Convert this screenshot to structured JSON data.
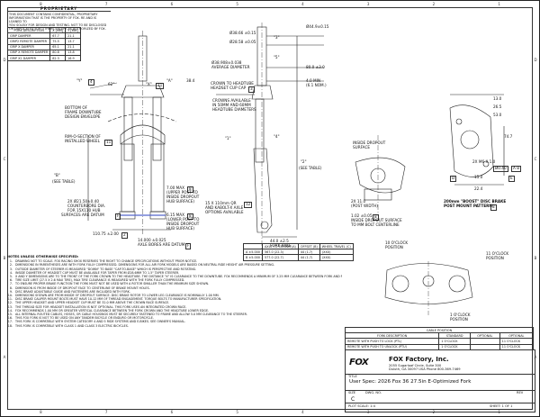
{
  "proprietary": {
    "title": "PROPRIETARY",
    "text": [
      "THIS DOCUMENT CONTAINS CONFIDENTIAL, PROPRIETARY",
      "INFORMATION THAT IS THE PROPERTY OF FOX. RE AND IS LOANED TO",
      "YOU SOLELY FOR DESIGN AND TESTING. NOT TO BE DISCLOSED",
      "OR DUPLICATED FOR OTHERS EXCEPT AS AUTHORIZED BY FOX."
    ]
  },
  "fork_description_table": {
    "headers": [
      "FORK DESCRIPTION",
      "X [MM]",
      "Y [MM]"
    ],
    "rows": [
      [
        "GRIP DAMPER",
        "67.7",
        "21.1"
      ],
      [
        "GRIP2 REMOTE DAMPER",
        "75.5",
        "13.7"
      ],
      [
        "GRIP X DAMPER",
        "65.1",
        "21.1"
      ],
      [
        "GRIP X REMOTE DAMPER",
        "80.8",
        "13.8"
      ],
      [
        "GRIP X2 DAMPER",
        "82.3",
        "16.9"
      ]
    ]
  },
  "dimensions": {
    "d1": "Ø44.9±0.15",
    "d2": "Ø38.66 ±0.15",
    "d3": "Ø28.58 ±0.05",
    "d4": "Ø38.908±0.038",
    "d4b": "AVERAGE DIAMETER",
    "d5": "80.0 ±3.0",
    "d6": "4.0 MIN",
    "d6b": "(6.1 NOM.)",
    "crown_text": [
      "CROWN TO HEADTUBE",
      "HEADSET CUP CAP"
    ],
    "crown_ref": "3",
    "crown_avail": [
      "CROWNS AVAILABLE",
      "IN 50MM AND 60MM",
      "HEADTUBE DIAMETERS"
    ],
    "y_label": "\"Y\"",
    "y_ref": "4",
    "x_label": "\"X\"",
    "x_ref": "11",
    "angle": "62°",
    "a_left": "\"A\"",
    "dim_38_4": "38.4",
    "bottom_crown": [
      "BOTTOM OF",
      "FRAME DOWNTUBE",
      "DESIGN ENVELOPE"
    ],
    "rim_text": [
      "RIM-O-SECTION OF",
      "INSTALLED WHEEL"
    ],
    "rim_ref": "11",
    "b_label": "\"B\"",
    "see_table": "(SEE TABLE)",
    "clearance": [
      "2X Ø21.50±0.40",
      "COUNTERBORE DIA.",
      "FOR 15X110 HUB",
      "SURFACES ARE DATUM"
    ],
    "datum_f": "F",
    "axle_dim": "110.75 ±2.00",
    "axle_ref": "2",
    "upper_post": [
      "7.00 MAX",
      "(UPPER POST TO",
      "INSIDE DROPOUT",
      "HUB SURFACE)"
    ],
    "upper_ref": "8",
    "lower_post": [
      "6.15 MAX",
      "(LOWER POST TO",
      "INSIDE DROPOUT",
      "HUB SURFACE)"
    ],
    "lower_ref": "8",
    "axle_spacing": [
      "14.000 ±0.025",
      "AXLE BORES ARE DATUM"
    ],
    "datum_f2": "F",
    "axle_note": [
      "15 X 110mm QR",
      "AND KABOLT-X AXLE",
      "OPTIONS AVAILABLE"
    ],
    "axle_note_ref": "12",
    "dim_1": "\"1\"",
    "dim_3": "\"3\"",
    "dim_5": "\"5\"",
    "dim_4": "\"4\"",
    "dim_2": "\"2\"",
    "see_table2": "(SEE TABLE)",
    "rake": "44.0 ±2.5",
    "rake_label": "FORK RAKE",
    "inside_dropout": [
      "INSIDE DROPOUT",
      "SURFACE"
    ],
    "post_width": [
      "2X 11.0",
      "(POST WIDTH)"
    ],
    "post_dim": "1.02 ±0.05",
    "post_dim_ref": "8",
    "post_note": [
      "INSIDE DROPOUT SURFACE",
      "TO MM BOLT CENTERLINE"
    ],
    "boost_text": "200mm \"BOOST\" DISC BRAKE",
    "boost_text2": "POST MOUNT PATTERN",
    "boost_ref": "8",
    "r13": "13.0",
    "r26_5": "26.5",
    "r53": "53.0",
    "r74": "74.7",
    "r10": "2X M6 X 1.0",
    "r_tol": "Ø0.40",
    "r_datum": "A B",
    "r15": "15.0",
    "r22": "22.4",
    "r_e": "E",
    "r_d": "D"
  },
  "table_abc": {
    "headers": [
      "",
      "AXLE TO CROWN (A)",
      "OFFSET (B)",
      "WHEEL TRAVEL (C)"
    ],
    "rows": [
      [
        "A ±5.000",
        "567.0 (22.3)",
        "44 (1.7)",
        "(XXX)"
      ],
      [
        "B ±5.000",
        "577.0 (22.7)",
        "44 (1.7)",
        "(XXX)"
      ]
    ]
  },
  "cable_table": {
    "title": "CABLE POSITION",
    "headers": [
      "FORK DESCRIPTION",
      "STANDARD",
      "OPTIONAL",
      "OPTIONAL"
    ],
    "rows": [
      [
        "REMOTE WITH PUSH TO LOCK (PTL)",
        "1 O'CLOCK",
        "",
        "11 O'CLOCK"
      ],
      [
        "REMOTE WITH PUSH TO UNLOCK (PTU)",
        "1 O'CLOCK",
        "",
        "11 O'CLOCK"
      ]
    ]
  },
  "clock_labels": {
    "left": [
      "10 O'CLOCK",
      "POSITION"
    ],
    "right": [
      "11 O'CLOCK",
      "POSITION"
    ],
    "bottom": [
      "1 O'CLOCK",
      "POSITION"
    ]
  },
  "notes": {
    "title": "NOTES UNLESS OTHERWISE SPECIFIED:",
    "items": [
      "DRAWING NOT TO SCALE.  FOX RACING SHOX RESERVES THE RIGHT TO CHANGE SPECIFICATIONS WITHOUT PRIOR NOTICE.",
      "DIMENSIONS IN PARENTHESES ARE WITH FORK FULLY COMPRESSED. DIMENSIONS FOR ALL AIR FORK MODELS ARE BASED ON NEUTRAL RIDE HEIGHT AIR PRESSURE SETTING.",
      "OUTSIDE DIAMETER OF STEERER IS MEASURED \"DOWN\" TO BASE \"CAP-TO-BASE\" WHICH IS PERSPECTIVE AND ROTATING.",
      "INSIDE DIAMETER OF HEADSET CUP MUST BE AVAILABLE FOR TAPER FROM Ø28.6MM TO 1.5\" TAPER STEERER.",
      "X AND Y DIMENSIONS ARE TO THE FRONT OF THE FORK CROWN TO THE HEADTUBE. THE DISTANCE \"X\" IS CLEARANCE TO THE DOWNTUBE. FOX RECOMMENDS A MINIMUM OF 3.25 MM CLEARANCE BETWEEN FORK AND FRAME DOWNTUBE.",
      "TIRE SIZE LIMIT (27.5 X 2.6 MAX TIRE), MAX TIRE CLEARANCE IS MEASURED WITH THE FORK FULLY COMPRESSED.",
      "TO ENSURE PROPER BRAKE FUNCTION THE FORK MUST NOT BE USED WITH A ROTOR SMALLER THAN THE MINIMUM SIZE SHOWN.",
      "DIMENSION IS FROM INSIDE OF DROPOUT FACE TO CENTERLINE OF BRAKE MOUNT HOLES.",
      "DISC BRAKE ADJUSTABLE GUIDE AND FASTENERS ARE INCLUDED WITH FORK.",
      "DIMENSIONS SHOWN ARE FROM INSIDE OF DROPOUT SURFACE. DISC BRAKE ROTOR TO LOWER LEG CLEARANCE IS NOMINALLY 1.00 MM.",
      "DISC BRAKE CALIPER MOUNT BOLTS MUST HAVE 10-12 MM OF THREAD ENGAGEMENT. TORQUE BOLTS TO MANUFACTURER SPECIFICATION.",
      "THE UPPER HEADSET AND UPPER HEADSET CUP MUST BE 32.0 MM ABOVE THE CROWN RACE SURFACE.",
      "THE THREAD SIZE FOR HEADSET INSTALLATION IS NOT OPTIONAL. THIS FORK USES AN INTEGRATED CROWN RACE.",
      "FOX RECOMMENDS 1.00 MM OR GREATER VERTICAL CLEARANCE BETWEEN THE FORK CROWN AND THE HEADTUBE LOWER EDGE.",
      "ALL INTERNAL ROUTED CABLES, HOSES, OR CABLE HOUSINGS MUST BE SECURELY FASTENED TO FRAME AND ALLOW 5.0 MM CLEARANCE TO THE STEERER.",
      "THIS FOX FORK IS NOT TO BE USED ON ANY TANDEM BICYCLE OR ENDURO OR MOTORCYCLE.",
      "THIS FORK IS COMPATIBLE WITH SYSTEM CATEGORY 4 AND 5 RIDE SYSTEMS AND E-BIKES. SEE OWNER'S MANUAL.",
      "THIS FORK IS COMPATIBLE WITH CLASS 1 AND CLASS 3 ELECTRIC BICYCLES."
    ]
  },
  "title_block": {
    "logo": "FOX",
    "company": "FOX Factory, Inc.",
    "address": [
      "2055 Sugarloaf Circle, Suite 300",
      "Duluth, GA 30097 USA Phone 800-369-7469"
    ],
    "title_label": "TITLE",
    "description": "User Spec: 2026 Fox 36 27.5in E-Optimized Fork",
    "size_label": "SIZE",
    "size": "C",
    "dwg_label": "DWG. NO.",
    "rev_label": "REV",
    "scale": "PLOT SCALE: 1:4",
    "sheet": "SHEET: 1 OF 1"
  }
}
